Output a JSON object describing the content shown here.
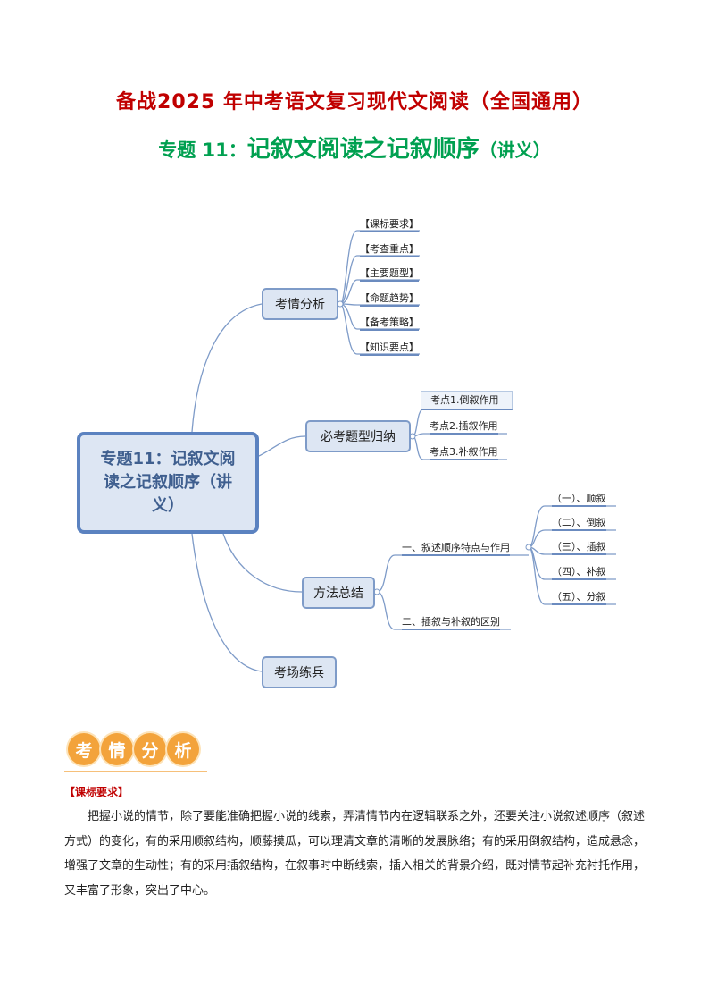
{
  "title_line1": "备战2025 年中考语文复习现代文阅读（全国通用）",
  "title_line2_prefix": "专题 11：",
  "title_line2_main": "记叙文阅读之记叙顺序",
  "title_line2_suffix": "（讲义）",
  "mindmap": {
    "root": "专题11：记叙文阅读之记叙顺序（讲义）",
    "branches": {
      "kaoqing": {
        "label": "考情分析",
        "items": [
          "【课标要求】",
          "【考查重点】",
          "【主要题型】",
          "【命题趋势】",
          "【备考策略】",
          "【知识要点】"
        ]
      },
      "bikao": {
        "label": "必考题型归纳",
        "items": [
          "考点1.倒叙作用",
          "考点2.插叙作用",
          "考点3.补叙作用"
        ]
      },
      "fangfa": {
        "label": "方法总结",
        "sub1": "一、叙述顺序特点与作用",
        "sub1_items": [
          "（一）、顺叙",
          "（二）、倒叙",
          "（三）、插叙",
          "（四）、补叙",
          "（五）、分叙"
        ],
        "sub2": "二、插叙与补叙的区别"
      },
      "kaochang": {
        "label": "考场练兵"
      }
    }
  },
  "section_badge": [
    "考",
    "情",
    "分",
    "析"
  ],
  "section_label": "【课标要求】",
  "paragraph": "把握小说的情节，除了要能准确把握小说的线索，弄清情节内在逻辑联系之外，还要关注小说叙述顺序（叙述方式）的变化，有的采用顺叙结构，顺藤摸瓜，可以理清文章的清晰的发展脉络；有的采用倒叙结构，造成悬念，增强了文章的生动性；有的采用插叙结构，在叙事时中断线索，插入相关的背景介绍，既对情节起补充衬托作用，又丰富了形象，突出了中心。"
}
